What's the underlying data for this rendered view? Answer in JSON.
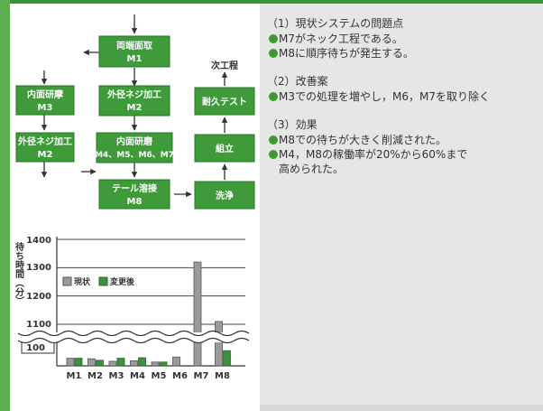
{
  "colors": {
    "accent_green": "#5fae51",
    "box_green": "#3f9a3a",
    "bar_current": "#9a9a9a",
    "bar_improved": "#3f8f3f",
    "panel_gray": "#e6e6e6"
  },
  "flow": {
    "boxes": {
      "ryotan": [
        "両端面取",
        "M1"
      ],
      "gaikei_right": [
        "外径ネジ加工",
        "M2"
      ],
      "naimen_left": [
        "内面研摩",
        "M3"
      ],
      "gaikei_left": [
        "外径ネジ加工",
        "M2"
      ],
      "naimen_center": [
        "内面研磨",
        "M4、M5、M6、M7"
      ],
      "tail": [
        "テール溶接",
        "M8"
      ],
      "senjo": [
        "洗浄"
      ],
      "kumitate": [
        "組立"
      ],
      "taikyu": [
        "耐久テスト"
      ]
    },
    "next_process_label": "次工程"
  },
  "chart_data": {
    "type": "bar",
    "categories": [
      "M1",
      "M2",
      "M3",
      "M4",
      "M5",
      "M6",
      "M7",
      "M8"
    ],
    "series": [
      {
        "name": "現状",
        "values": [
          30,
          28,
          18,
          20,
          15,
          35,
          1320,
          1110
        ]
      },
      {
        "name": "変更後",
        "values": [
          30,
          22,
          30,
          32,
          15,
          null,
          null,
          60
        ]
      }
    ],
    "ylabel": "待ち時間（分）",
    "yticks": [
      "1400",
      "1300",
      "1200",
      "1100",
      "100"
    ],
    "axis_break": true,
    "legend_position": "top-left",
    "grid": true
  },
  "notes": {
    "s1_title": "（1）現状システムの問題点",
    "s1_l1": "M7がネック工程である。",
    "s1_l2": "M8に順序待ちが発生する。",
    "s2_title": "（2）改善案",
    "s2_l1": "M3での処理を増やし，M6，M7を取り除く",
    "s3_title": "（3）効果",
    "s3_l1": "M8での待ちが大きく削減された。",
    "s3_l2": "M4，M8の稼働率が20%から60%まで",
    "s3_l2b": "高められた。"
  }
}
